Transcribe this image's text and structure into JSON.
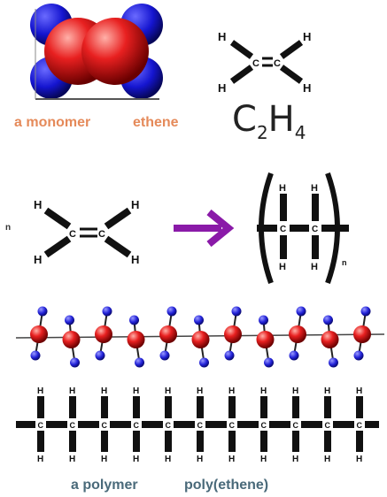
{
  "labels": {
    "monomer": "a monomer",
    "ethene": "ethene",
    "polymer": "a polymer",
    "poly_ethene": "poly(ethene)"
  },
  "formula": {
    "c": "C",
    "c_sub": "2",
    "h": "H",
    "h_sub": "4"
  },
  "atoms": {
    "carbon": "C",
    "hydrogen": "H"
  },
  "repeat_subscript": "n",
  "multiplier": "n",
  "colors": {
    "carbon_ball": "#e02020",
    "hydrogen_ball": "#1010c8",
    "arrow": "#8a1aa8",
    "bond": "#111111",
    "label_top": "#e58a5a",
    "label_bottom": "#4a6a7a"
  }
}
